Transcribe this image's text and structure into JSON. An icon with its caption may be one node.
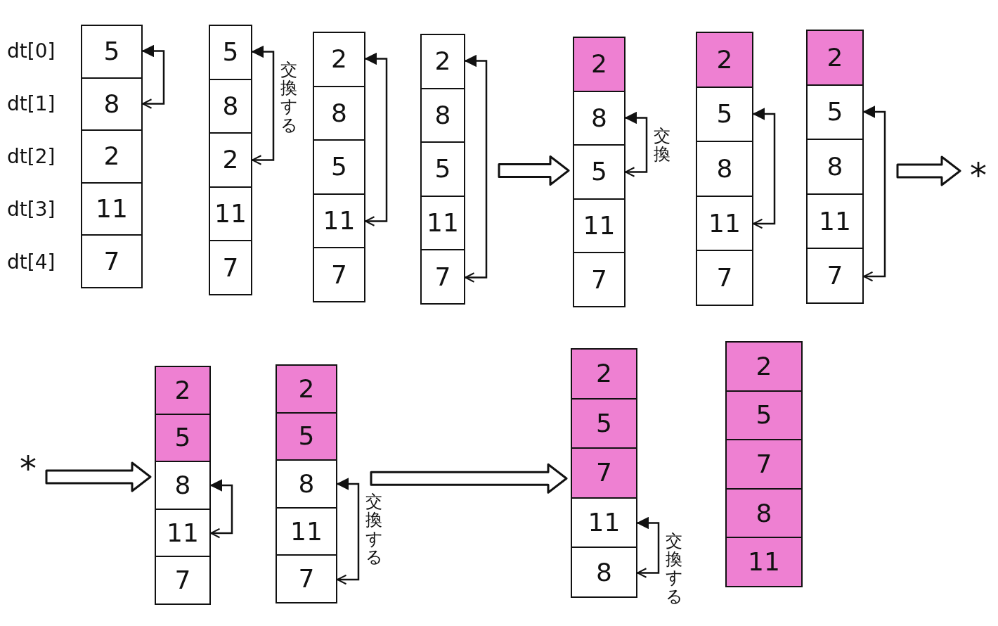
{
  "diagram": {
    "nodes": [
      {
        "text": [],
        "shape": "box"
      },
      {
        "text": [
          "5"
        ],
        "in": 0
      },
      {
        "text": [
          "8"
        ],
        "in": 0
      },
      {
        "text": [
          "2"
        ],
        "in": 0
      },
      {
        "text": [
          "11"
        ],
        "in": 0
      },
      {
        "text": [
          "7"
        ],
        "in": 0
      },
      {
        "text": [],
        "shape": "box"
      },
      {
        "text": [
          "5"
        ],
        "in": 6
      },
      {
        "text": [
          "8"
        ],
        "in": 6
      },
      {
        "text": [
          "2"
        ],
        "in": 6
      },
      {
        "text": [
          "11"
        ],
        "in": 6
      },
      {
        "text": [
          "7"
        ],
        "in": 6
      },
      {
        "text": [],
        "shape": "box"
      },
      {
        "text": [
          "2"
        ],
        "in": 12
      },
      {
        "text": [
          "8"
        ],
        "in": 12
      },
      {
        "text": [
          "5"
        ],
        "in": 12
      },
      {
        "text": [
          "11"
        ],
        "in": 12
      },
      {
        "text": [
          "7"
        ],
        "in": 12
      },
      {
        "text": [],
        "shape": "box"
      },
      {
        "text": [
          "2"
        ],
        "in": 18
      },
      {
        "text": [
          "8"
        ],
        "in": 18
      },
      {
        "text": [
          "5"
        ],
        "in": 18
      },
      {
        "text": [
          "11"
        ],
        "in": 18
      },
      {
        "text": [
          "7"
        ],
        "in": 18
      },
      {
        "text": [],
        "shape": "box"
      },
      {
        "text": [
          "2"
        ],
        "in": 24
      },
      {
        "text": [
          "8"
        ],
        "in": 24
      },
      {
        "text": [
          "5"
        ],
        "in": 24
      },
      {
        "text": [
          "11"
        ],
        "in": 24
      },
      {
        "text": [
          "7"
        ],
        "in": 24
      },
      {
        "text": [],
        "shape": "box"
      },
      {
        "text": [
          "2"
        ],
        "in": 30
      },
      {
        "text": [
          "5"
        ],
        "in": 30
      },
      {
        "text": [
          "8"
        ],
        "in": 30
      },
      {
        "text": [
          "11"
        ],
        "in": 30
      },
      {
        "text": [
          "7"
        ],
        "in": 30
      },
      {
        "text": [],
        "shape": "box"
      },
      {
        "text": [
          "2"
        ],
        "in": 36
      },
      {
        "text": [
          "5"
        ],
        "in": 36
      },
      {
        "text": [
          "8"
        ],
        "in": 36
      },
      {
        "text": [
          "11"
        ],
        "in": 36
      },
      {
        "text": [
          "7"
        ],
        "in": 36
      },
      {
        "text": [
          "*"
        ]
      },
      {
        "text": [
          "*"
        ]
      },
      {
        "text": [],
        "shape": "box"
      },
      {
        "text": [
          "2"
        ],
        "in": 44
      },
      {
        "text": [
          "5"
        ],
        "in": 44
      },
      {
        "text": [
          "8"
        ],
        "in": 44
      },
      {
        "text": [
          "11"
        ],
        "in": 44
      },
      {
        "text": [
          "7"
        ],
        "in": 44
      },
      {
        "text": [],
        "shape": "box"
      },
      {
        "text": [
          "2"
        ],
        "in": 50
      },
      {
        "text": [
          "5"
        ],
        "in": 50
      },
      {
        "text": [
          "8"
        ],
        "in": 50
      },
      {
        "text": [
          "11"
        ],
        "in": 50
      },
      {
        "text": [
          "7"
        ],
        "in": 50
      },
      {
        "text": [],
        "shape": "box"
      },
      {
        "text": [
          "2"
        ],
        "in": 56
      },
      {
        "text": [
          "5"
        ],
        "in": 56
      },
      {
        "text": [
          "7"
        ],
        "in": 56
      },
      {
        "text": [
          "11"
        ],
        "in": 56
      },
      {
        "text": [
          "8"
        ],
        "in": 56
      },
      {
        "text": [],
        "shape": "box"
      },
      {
        "text": [
          "2"
        ],
        "in": 62
      },
      {
        "text": [
          "5"
        ],
        "in": 62
      },
      {
        "text": [
          "7"
        ],
        "in": 62
      },
      {
        "text": [
          "8"
        ],
        "in": 62
      },
      {
        "text": [
          "11"
        ],
        "in": 62
      }
    ],
    "edges": [
      {
        "from": 1,
        "to": 2,
        "arrow": "both"
      },
      {
        "from": 7,
        "to": 9,
        "arrow": "both",
        "label": "交換する"
      },
      {
        "from": 13,
        "to": 16,
        "arrow": "both"
      },
      {
        "from": 19,
        "to": 23,
        "arrow": "both"
      },
      {
        "from": 18,
        "to": 24,
        "arrow": "to"
      },
      {
        "from": 26,
        "to": 27,
        "arrow": "both",
        "label": "交換"
      },
      {
        "from": 32,
        "to": 34,
        "arrow": "both"
      },
      {
        "from": 38,
        "to": 41,
        "arrow": "both"
      },
      {
        "from": 36,
        "to": 42,
        "arrow": "to"
      },
      {
        "from": 43,
        "to": 44,
        "arrow": "to"
      },
      {
        "from": 47,
        "to": 48,
        "arrow": "both"
      },
      {
        "from": 53,
        "to": 55,
        "arrow": "both",
        "label": "交換する"
      },
      {
        "from": 50,
        "to": 56,
        "arrow": "to"
      },
      {
        "from": 60,
        "to": 61,
        "arrow": "both",
        "label": "交換する"
      }
    ],
    "labels": [
      "dt[0]",
      "dt[1]",
      "dt[2]",
      "dt[3]",
      "dt[4]"
    ]
  }
}
